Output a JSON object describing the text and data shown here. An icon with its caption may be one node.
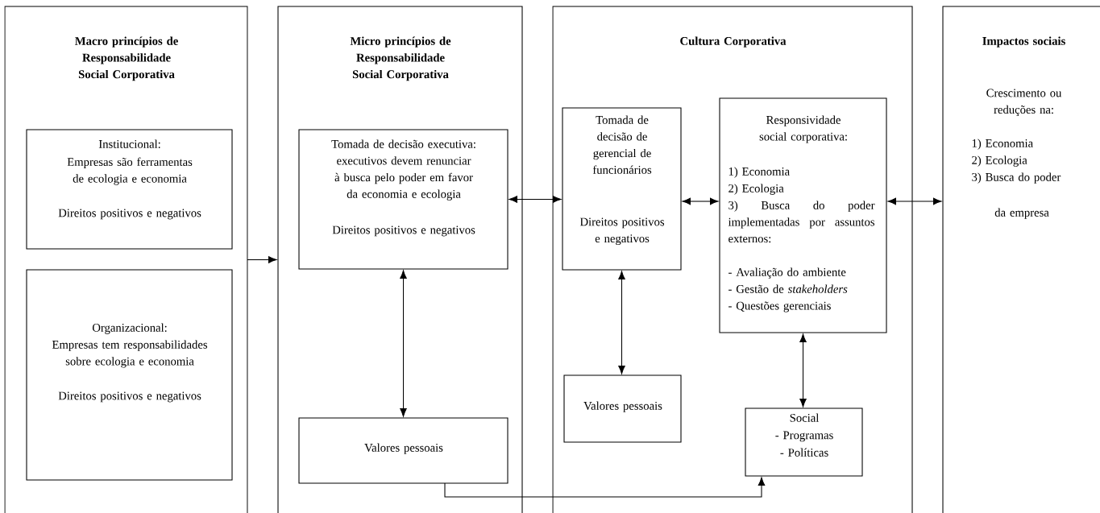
{
  "diagram": {
    "nodes": [
      {
        "text": [
          "Macro princípios de Responsabilidade Social Corporativa"
        ]
      },
      {
        "text": [
          "Institucional:",
          "Empresas são ferramentas de ecologia e economia",
          "Direitos positivos e negativos"
        ],
        "in": 0
      },
      {
        "text": [
          "Organizacional:",
          "Empresas tem responsabilidades sobre ecologia e economia",
          "Direitos positivos e negativos"
        ],
        "in": 0
      },
      {
        "text": [
          "Micro princípios de Responsabilidade Social Corporativa"
        ]
      },
      {
        "text": [
          "Tomada de decisão executiva: executivos devem renunciar à busca pelo poder em favor da economia e ecologia",
          "Direitos positivos e negativos"
        ],
        "in": 3
      },
      {
        "text": [
          "Valores pessoais"
        ],
        "in": 3
      },
      {
        "text": [
          "Cultura Corporativa"
        ]
      },
      {
        "text": [
          "Tomada de decisão de gerencial de funcionários",
          "Direitos positivos e negativos"
        ],
        "in": 6
      },
      {
        "text": [
          "Valores pessoais"
        ],
        "in": 6
      },
      {
        "text": [
          "Responsividade social corporativa:",
          "1) Economia",
          "2) Ecologia",
          "3) Busca do poder implementadas por assuntos externos:",
          "- Avaliação do ambiente",
          "- Gestão de *stakeholders*",
          "- Questões gerenciais"
        ],
        "in": 6
      },
      {
        "text": [
          "Social",
          "- Programas",
          "- Políticas"
        ],
        "in": 6
      },
      {
        "text": [
          "Impactos sociais",
          "Crescimento ou reduções na:",
          "1) Economia",
          "2) Ecologia",
          "3) Busca do poder",
          "da empresa"
        ]
      }
    ],
    "edges": [
      {
        "from": 0,
        "to": 3,
        "arrow": "to"
      },
      {
        "from": 4,
        "to": 7,
        "arrow": "both"
      },
      {
        "from": 4,
        "to": 5,
        "arrow": "both"
      },
      {
        "from": 7,
        "to": 9,
        "arrow": "both"
      },
      {
        "from": 7,
        "to": 8,
        "arrow": "both"
      },
      {
        "from": 9,
        "to": 11,
        "arrow": "both"
      },
      {
        "from": 9,
        "to": 10,
        "arrow": "both"
      },
      {
        "from": 5,
        "to": 10,
        "arrow": "to"
      }
    ]
  }
}
